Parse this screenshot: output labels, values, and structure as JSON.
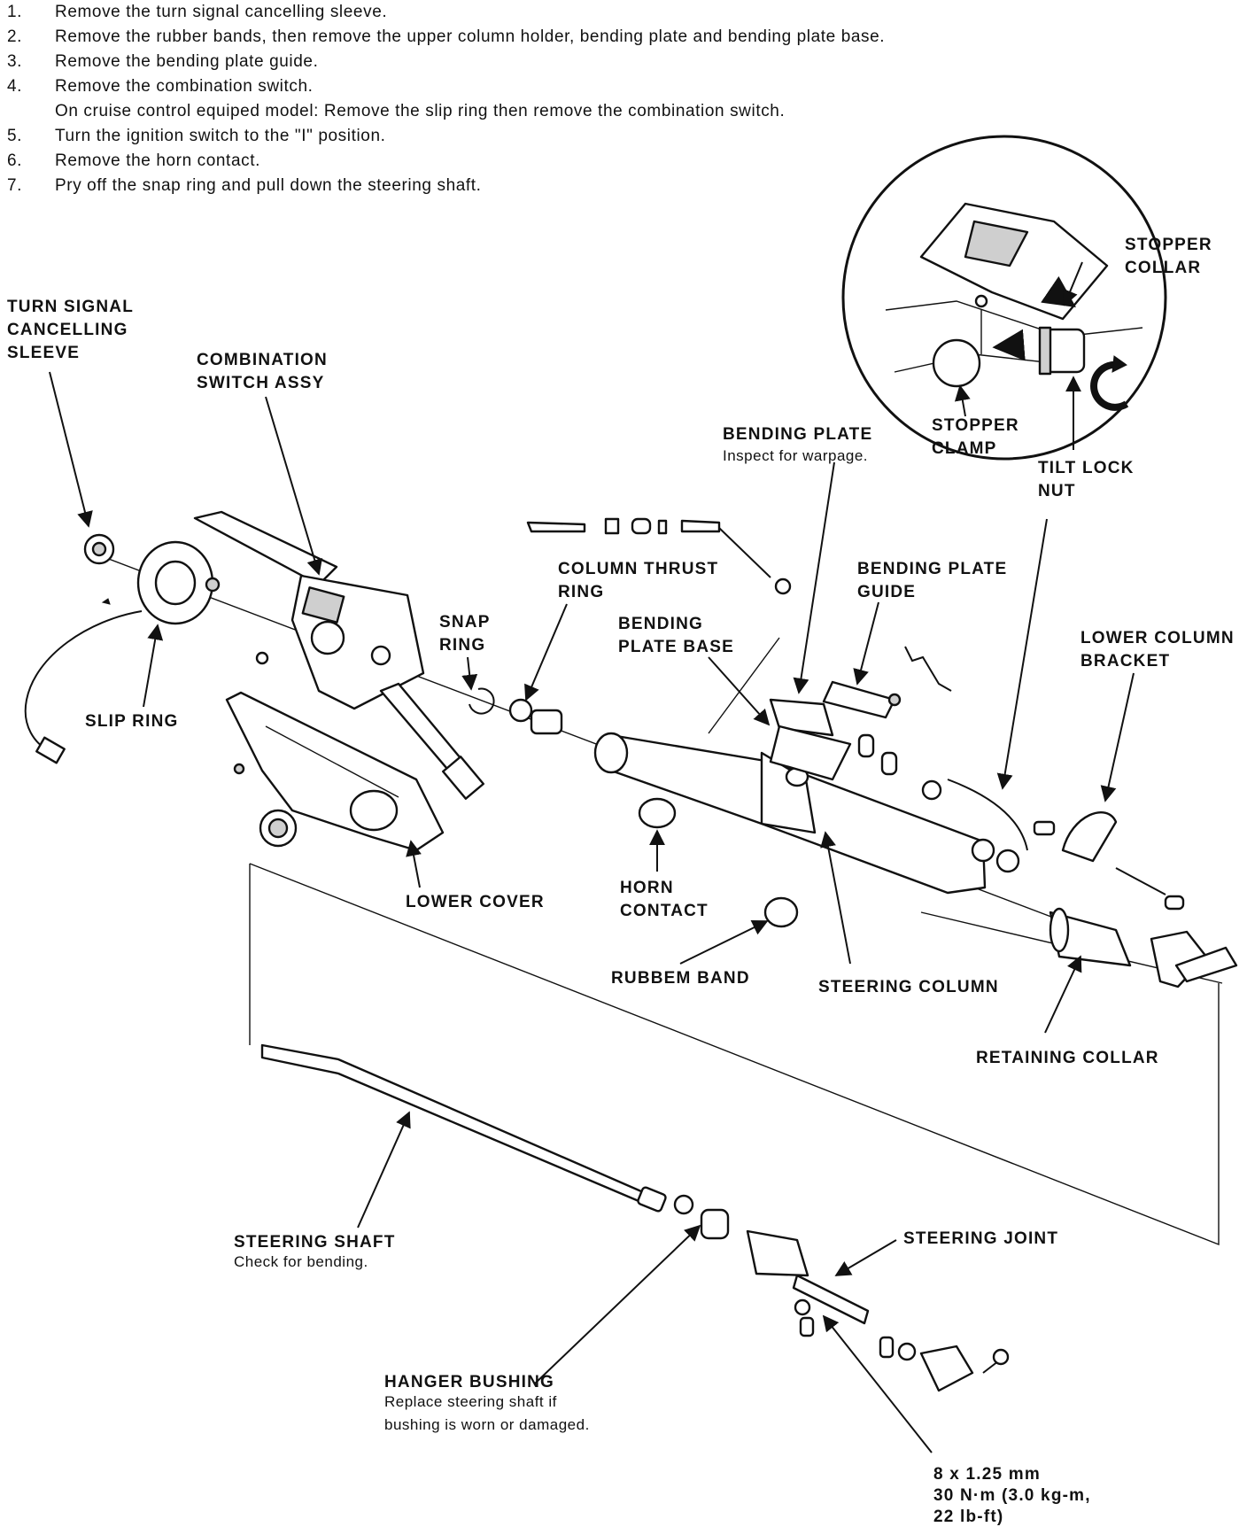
{
  "steps": [
    {
      "num": "1.",
      "text": "Remove the turn signal cancelling sleeve."
    },
    {
      "num": "2.",
      "text": "Remove the rubber bands, then remove the upper column holder, bending plate and bending plate base."
    },
    {
      "num": "3.",
      "text": "Remove the bending plate guide."
    },
    {
      "num": "4.",
      "text": "Remove the combination switch.",
      "sub": "On cruise control equiped model: Remove the slip ring then remove the combination switch."
    },
    {
      "num": "5.",
      "text": "Turn the ignition switch to the \"I\" position."
    },
    {
      "num": "6.",
      "text": "Remove the horn contact."
    },
    {
      "num": "7.",
      "text": "Pry off the snap ring and pull down the steering shaft."
    }
  ],
  "labels": {
    "turn_signal_sleeve": [
      "TURN SIGNAL",
      "CANCELLING",
      "SLEEVE"
    ],
    "combination_switch": [
      "COMBINATION",
      "SWITCH ASSY"
    ],
    "slip_ring": "SLIP RING",
    "snap_ring": [
      "SNAP",
      "RING"
    ],
    "column_thrust_ring": [
      "COLUMN THRUST",
      "RING"
    ],
    "bending_plate_base": [
      "BENDING",
      "PLATE BASE"
    ],
    "bending_plate": "BENDING PLATE",
    "bending_plate_note": "Inspect for warpage.",
    "bending_plate_guide": [
      "BENDING PLATE",
      "GUIDE"
    ],
    "lower_column_bracket": [
      "LOWER COLUMN",
      "BRACKET"
    ],
    "stopper_collar": [
      "STOPPER",
      "COLLAR"
    ],
    "stopper_clamp": [
      "STOPPER",
      "CLAMP"
    ],
    "tilt_lock_nut": [
      "TILT LOCK",
      "NUT"
    ],
    "lower_cover": "LOWER COVER",
    "horn_contact": [
      "HORN",
      "CONTACT"
    ],
    "rubber_band": "RUBBEM BAND",
    "steering_column": "STEERING COLUMN",
    "retaining_collar": "RETAINING COLLAR",
    "steering_shaft": "STEERING SHAFT",
    "steering_shaft_note": "Check for bending.",
    "steering_joint": "STEERING JOINT",
    "hanger_bushing": "HANGER BUSHING",
    "hanger_bushing_note": [
      "Replace steering shaft if",
      "bushing is worn or damaged."
    ],
    "torque_spec": [
      "8 x 1.25 mm",
      "30 N·m (3.0 kg-m,",
      "22 lb-ft)"
    ]
  }
}
